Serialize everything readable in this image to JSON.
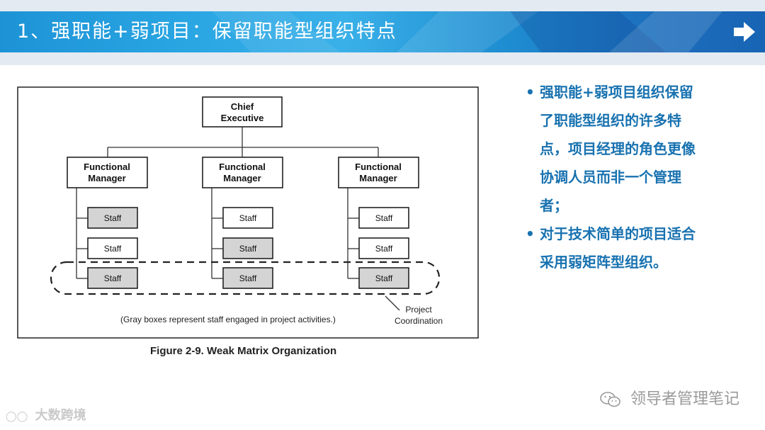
{
  "header": {
    "title": "1、强职能+弱项目：保留职能型组织特点",
    "next_icon": "arrow-right-icon"
  },
  "diagram": {
    "chief": [
      "Chief",
      "Executive"
    ],
    "managers": [
      {
        "lines": [
          "Functional",
          "Manager"
        ],
        "staff": [
          {
            "label": "Staff",
            "gray": true
          },
          {
            "label": "Staff",
            "gray": false
          },
          {
            "label": "Staff",
            "gray": true
          }
        ]
      },
      {
        "lines": [
          "Functional",
          "Manager"
        ],
        "staff": [
          {
            "label": "Staff",
            "gray": false
          },
          {
            "label": "Staff",
            "gray": true
          },
          {
            "label": "Staff",
            "gray": true
          }
        ]
      },
      {
        "lines": [
          "Functional",
          "Manager"
        ],
        "staff": [
          {
            "label": "Staff",
            "gray": false
          },
          {
            "label": "Staff",
            "gray": false
          },
          {
            "label": "Staff",
            "gray": true
          }
        ]
      }
    ],
    "note": "(Gray boxes represent staff engaged in project activities.)",
    "coordination_label": [
      "Project",
      "Coordination"
    ],
    "caption": "Figure 2-9. Weak Matrix Organization"
  },
  "bullets": [
    "强职能+弱项目组织保留了职能型组织的许多特点，项目经理的角色更像协调人员而非一个管理者；",
    "对于技术简单的项目适合采用弱矩阵型组织。"
  ],
  "watermarks": {
    "left": "大数跨境",
    "right": "领导者管理笔记"
  },
  "colors": {
    "bullet_text": "#1872b0",
    "gray_box": "#d4d4d4"
  }
}
